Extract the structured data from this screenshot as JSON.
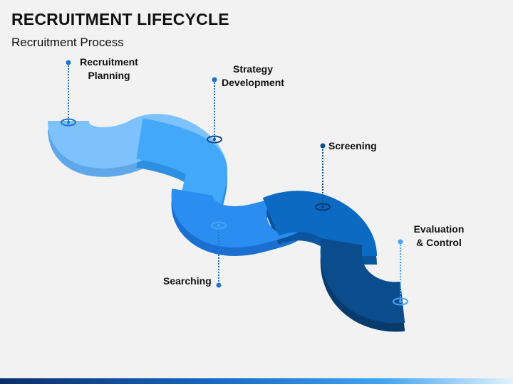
{
  "title": "RECRUITMENT LIFECYCLE",
  "subtitle": "Recruitment Process",
  "stages": [
    {
      "line1": "Recruitment",
      "line2": "Planning",
      "color": "#7dc2fc",
      "side": "#5ea8ea",
      "dot": "#1e75c9"
    },
    {
      "line1": "Strategy",
      "line2": "Development",
      "color": "#43a8f8",
      "side": "#2d8fe0",
      "dot": "#1e75c9"
    },
    {
      "line1": "Searching",
      "line2": "",
      "color": "#2b8df0",
      "side": "#1b6fd0",
      "dot": "#1e75c9"
    },
    {
      "line1": "Screening",
      "line2": "",
      "color": "#0c6ac2",
      "side": "#0a559e",
      "dot": "#0a4d8c"
    },
    {
      "line1": "Evaluation",
      "line2": "& Control",
      "color": "#0a4c8c",
      "side": "#083a6c",
      "dot": "#4aa3f5"
    }
  ]
}
